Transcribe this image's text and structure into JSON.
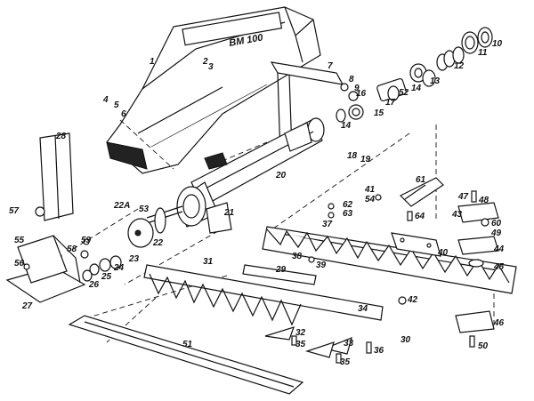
{
  "diagram": {
    "housing_brand_text": "BM 100",
    "part_labels": [
      "1",
      "2",
      "3",
      "4",
      "5",
      "6",
      "7",
      "8",
      "9",
      "10",
      "11",
      "12",
      "13",
      "14",
      "14",
      "15",
      "16",
      "17",
      "18",
      "19",
      "20",
      "21",
      "22",
      "22A",
      "23",
      "24",
      "25",
      "26",
      "27",
      "28",
      "29",
      "30",
      "31",
      "32",
      "33",
      "34",
      "35",
      "35",
      "36",
      "37",
      "38",
      "39",
      "40",
      "41",
      "42",
      "43",
      "44",
      "45",
      "46",
      "47",
      "48",
      "49",
      "50",
      "51",
      "52",
      "53",
      "54",
      "55",
      "56",
      "57",
      "58",
      "59",
      "60",
      "61",
      "62",
      "63",
      "64"
    ]
  }
}
